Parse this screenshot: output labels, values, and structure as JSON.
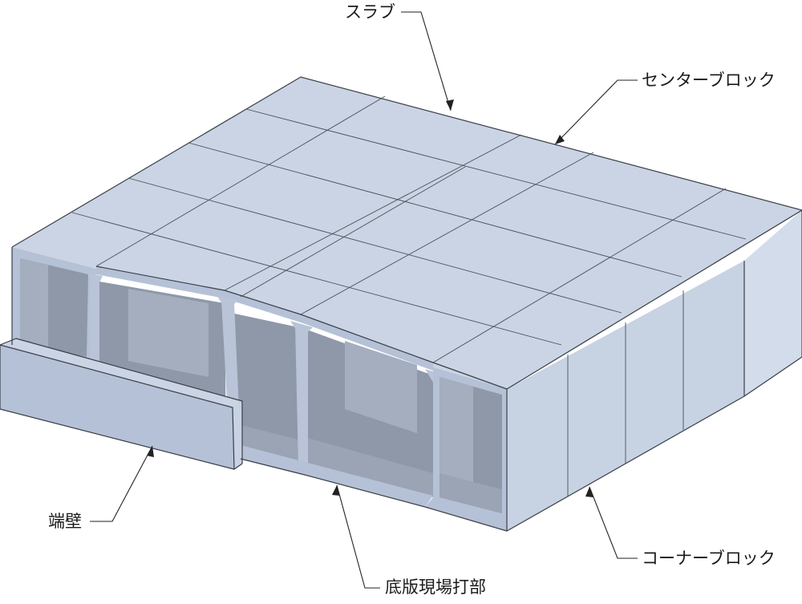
{
  "labels": {
    "slab": "スラブ",
    "center_block": "センターブロック",
    "end_wall": "端壁",
    "bottom_slab_cast": "底版現場打部",
    "corner_block": "コーナーブロック"
  }
}
